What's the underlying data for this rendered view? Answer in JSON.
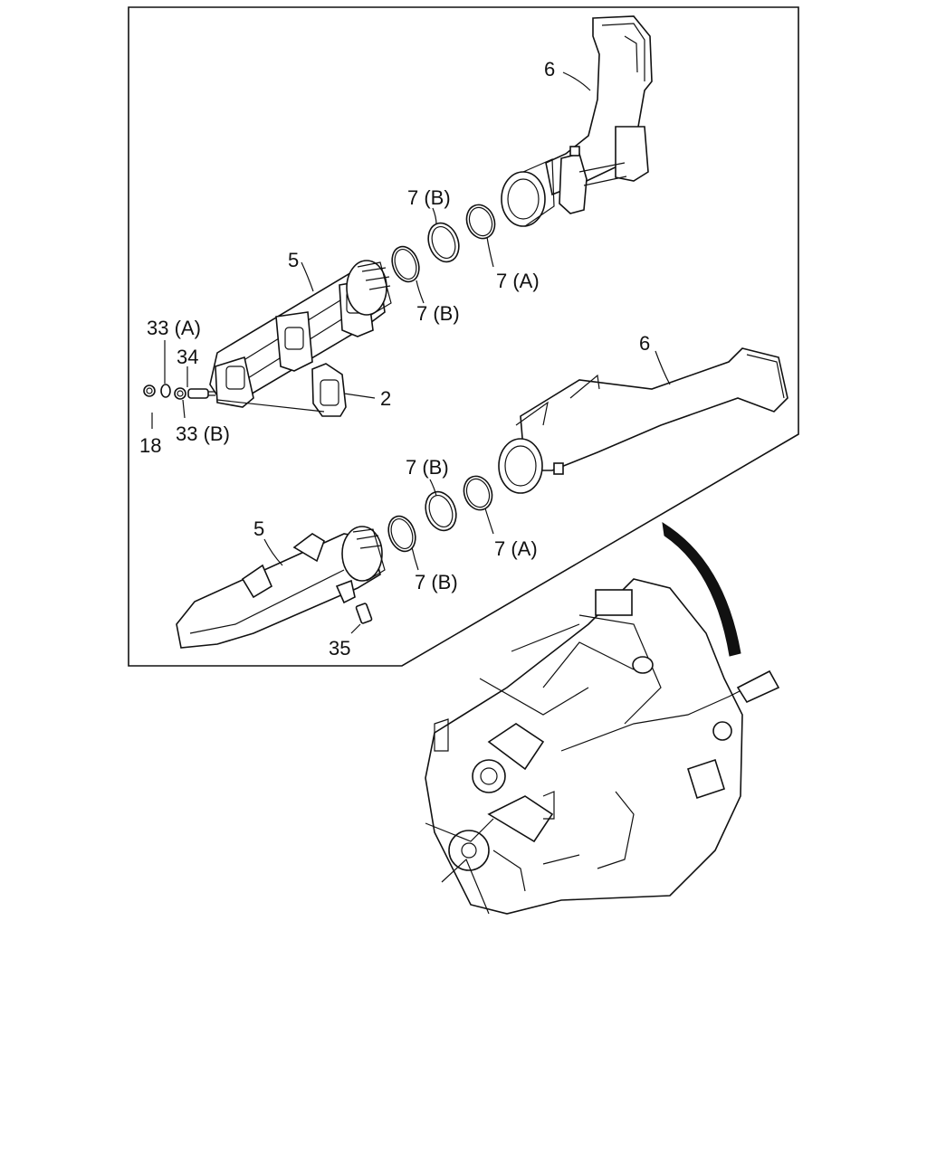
{
  "labels": {
    "top_manifold": "5",
    "top_pipe": "6",
    "top_ring_b1": "7 (B)",
    "top_ring_b2": "7 (B)",
    "top_ring_a": "7 (A)",
    "gasket": "2",
    "washer_a": "33 (A)",
    "washer_b": "33 (B)",
    "stud": "34",
    "nut": "18",
    "bottom_manifold": "5",
    "bottom_pipe": "6",
    "bottom_ring_b1": "7 (B)",
    "bottom_ring_b2": "7 (B)",
    "bottom_ring_a": "7 (A)",
    "plug": "35"
  }
}
